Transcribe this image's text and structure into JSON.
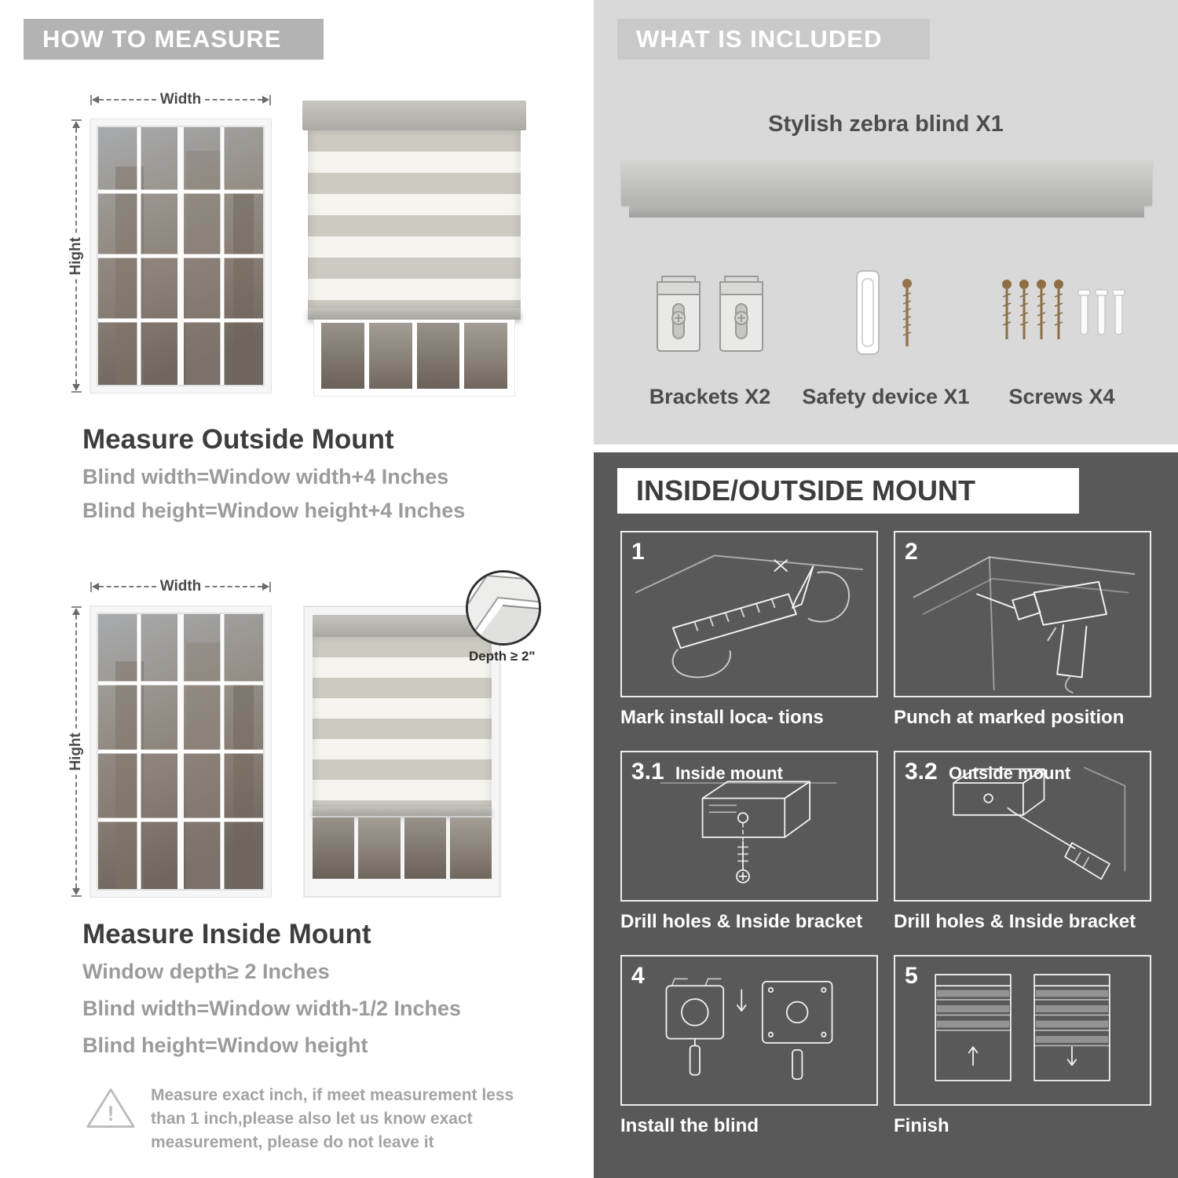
{
  "colors": {
    "header_gray": "#b3b3b3",
    "light_panel": "#d9d9d9",
    "dark_panel": "#595959",
    "text_dark": "#3d3d3d",
    "text_gray": "#9b9b9b"
  },
  "measure": {
    "header": "HOW TO MEASURE",
    "width_label": "Width",
    "height_label": "Hight",
    "outside": {
      "title": "Measure Outside Mount",
      "line1": "Blind width=Window width+4 Inches",
      "line2": "Blind height=Window height+4 Inches"
    },
    "inside": {
      "title": "Measure Inside Mount",
      "depth_callout": "Depth ≥ 2\"",
      "line1": "Window depth≥ 2 Inches",
      "line2": "Blind width=Window width-1/2 Inches",
      "line3": "Blind height=Window height"
    },
    "warning": {
      "mark": "!",
      "text": "Measure exact inch, if meet measurement less than 1 inch,please also let us know exact measurement, please do not leave it"
    }
  },
  "included": {
    "header": "WHAT IS INCLUDED",
    "blind_label": "Stylish zebra blind X1",
    "items": [
      {
        "icon": "brackets-icon",
        "label": "Brackets X2"
      },
      {
        "icon": "safety-device-icon",
        "label": "Safety device X1"
      },
      {
        "icon": "screws-icon",
        "label": "Screws X4"
      }
    ]
  },
  "mount": {
    "header": "INSIDE/OUTSIDE MOUNT",
    "steps": [
      {
        "num": "1",
        "title": "",
        "caption": "Mark install loca- tions"
      },
      {
        "num": "2",
        "title": "",
        "caption": "Punch at  marked position"
      },
      {
        "num": "3.1",
        "title": "Inside mount",
        "caption": "Drill holes &  Inside bracket"
      },
      {
        "num": "3.2",
        "title": "Outside mount",
        "caption": "Drill holes &  Inside bracket"
      },
      {
        "num": "4",
        "title": "",
        "caption": "Install the blind"
      },
      {
        "num": "5",
        "title": "",
        "caption": "Finish"
      }
    ]
  }
}
